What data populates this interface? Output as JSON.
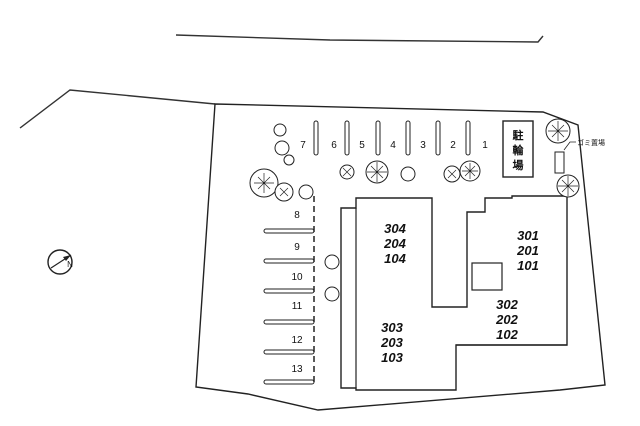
{
  "map": {
    "parking_space_numbers": [
      "7",
      "6",
      "5",
      "4",
      "3",
      "2",
      "1",
      "8",
      "9",
      "10",
      "11",
      "12",
      "13"
    ],
    "bicycle_parking": [
      "駐",
      "輪",
      "場"
    ],
    "garbage_area": "ゴミ置場",
    "compass_letter": "N",
    "building_blocks": {
      "left_upper": [
        "304",
        "204",
        "104"
      ],
      "left_lower": [
        "303",
        "203",
        "103"
      ],
      "right_upper": [
        "301",
        "201",
        "101"
      ],
      "right_lower": [
        "302",
        "202",
        "102"
      ]
    }
  }
}
